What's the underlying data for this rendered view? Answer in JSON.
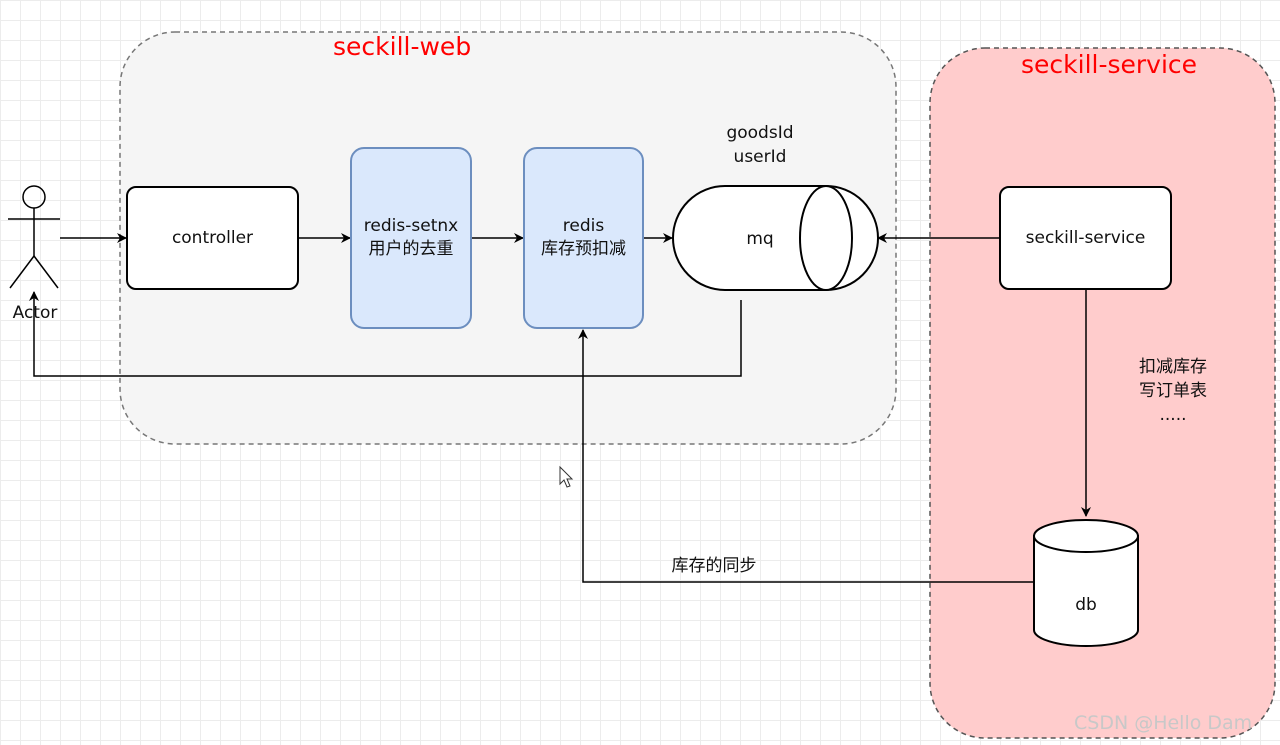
{
  "groups": {
    "web": {
      "title": "seckill-web"
    },
    "service": {
      "title": "seckill-service"
    }
  },
  "nodes": {
    "actor": {
      "label": "Actor",
      "icon": "stick-figure-icon"
    },
    "controller": {
      "label": "controller"
    },
    "setnx": {
      "line1": "redis-setnx",
      "line2": "用户的去重"
    },
    "redis": {
      "line1": "redis",
      "line2": "库存预扣减"
    },
    "mq": {
      "label": "mq",
      "params": [
        "goodsId",
        "userId"
      ]
    },
    "service": {
      "label": "seckill-service"
    },
    "db": {
      "label": "db"
    }
  },
  "edges": {
    "service_to_db": [
      "扣减库存",
      "写订单表",
      "....."
    ],
    "db_to_redis": "库存的同步"
  },
  "watermark": "CSDN @Hello Dam",
  "colors": {
    "group_title": "#ff0000",
    "web_fill": "#f5f5f5",
    "service_fill": "#ffcccc",
    "blue_fill": "#dae8fc",
    "blue_stroke": "#6c8ebf"
  }
}
